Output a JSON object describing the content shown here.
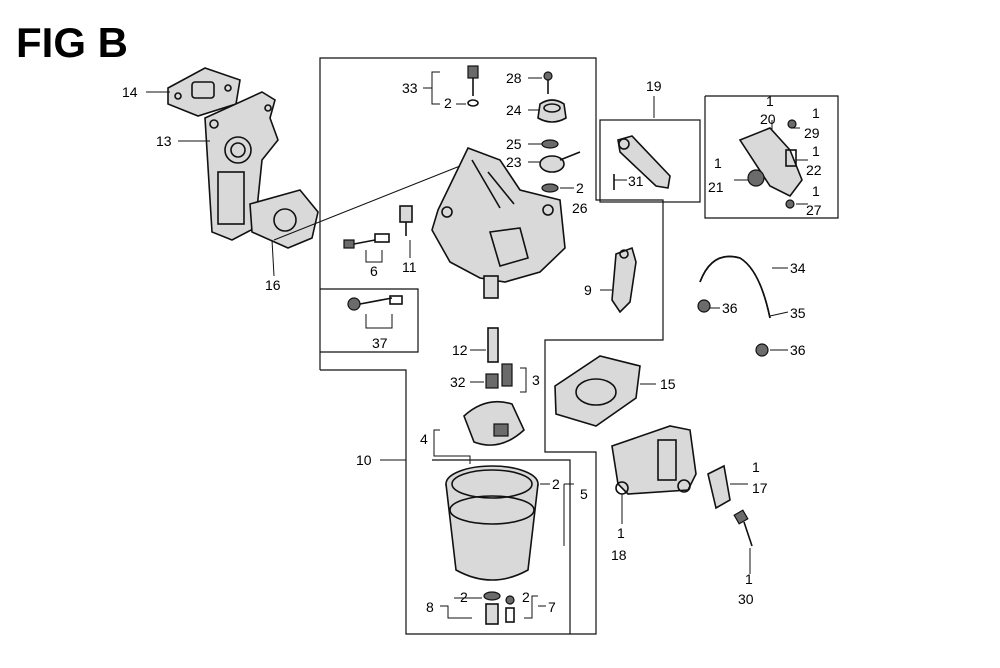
{
  "figure": {
    "title": "FIG B"
  },
  "callouts": [
    {
      "id": "c14",
      "text": "14"
    },
    {
      "id": "c13",
      "text": "13"
    },
    {
      "id": "c16",
      "text": "16"
    },
    {
      "id": "c33",
      "text": "33"
    },
    {
      "id": "c2a",
      "text": "2"
    },
    {
      "id": "c28",
      "text": "28"
    },
    {
      "id": "c24",
      "text": "24"
    },
    {
      "id": "c25",
      "text": "25"
    },
    {
      "id": "c23",
      "text": "23"
    },
    {
      "id": "c2b",
      "text": "2"
    },
    {
      "id": "c26",
      "text": "26"
    },
    {
      "id": "c6",
      "text": "6"
    },
    {
      "id": "c11",
      "text": "11"
    },
    {
      "id": "c37",
      "text": "37"
    },
    {
      "id": "c9",
      "text": "9"
    },
    {
      "id": "c19",
      "text": "19"
    },
    {
      "id": "c31",
      "text": "31"
    },
    {
      "id": "c1a",
      "text": "1"
    },
    {
      "id": "c20",
      "text": "20"
    },
    {
      "id": "c1b",
      "text": "1"
    },
    {
      "id": "c29",
      "text": "29"
    },
    {
      "id": "c1c",
      "text": "1"
    },
    {
      "id": "c21",
      "text": "21"
    },
    {
      "id": "c1d",
      "text": "1"
    },
    {
      "id": "c22",
      "text": "22"
    },
    {
      "id": "c1e",
      "text": "1"
    },
    {
      "id": "c27",
      "text": "27"
    },
    {
      "id": "c34",
      "text": "34"
    },
    {
      "id": "c36a",
      "text": "36"
    },
    {
      "id": "c35",
      "text": "35"
    },
    {
      "id": "c36b",
      "text": "36"
    },
    {
      "id": "c12",
      "text": "12"
    },
    {
      "id": "c32",
      "text": "32"
    },
    {
      "id": "c3",
      "text": "3"
    },
    {
      "id": "c15",
      "text": "15"
    },
    {
      "id": "c4",
      "text": "4"
    },
    {
      "id": "c10",
      "text": "10"
    },
    {
      "id": "c2c",
      "text": "2"
    },
    {
      "id": "c5",
      "text": "5"
    },
    {
      "id": "c1f",
      "text": "1"
    },
    {
      "id": "c17",
      "text": "17"
    },
    {
      "id": "c1g",
      "text": "1"
    },
    {
      "id": "c18",
      "text": "18"
    },
    {
      "id": "c1h",
      "text": "1"
    },
    {
      "id": "c30",
      "text": "30"
    },
    {
      "id": "c8",
      "text": "8"
    },
    {
      "id": "c2d",
      "text": "2"
    },
    {
      "id": "c2e",
      "text": "2"
    },
    {
      "id": "c7",
      "text": "7"
    }
  ]
}
